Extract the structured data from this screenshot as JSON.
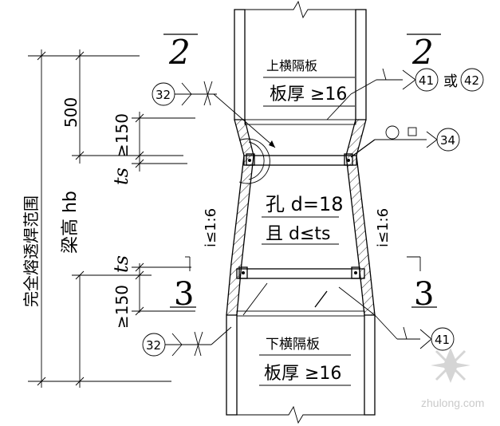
{
  "sections": {
    "top_left": "2",
    "top_right": "2",
    "bottom_left": "3",
    "bottom_right": "3"
  },
  "welds": {
    "left_top": "32",
    "left_bottom": "32",
    "right_top_a": "41",
    "right_top_or": "或",
    "right_top_b": "42",
    "right_mid": "34",
    "right_bottom": "41"
  },
  "plates": {
    "upper_name": "上横隔板",
    "upper_thick": "板厚 ≥16",
    "lower_name": "下横隔板",
    "lower_thick": "板厚 ≥16"
  },
  "slope": {
    "left": "i≤1:6",
    "right": "i≤1:6"
  },
  "hole": {
    "line1": "孔 d=18",
    "line2": "且 d≤ts"
  },
  "dims": {
    "d500": "500",
    "ge150_top": "≥150",
    "ts_top": "ts",
    "ts_bottom": "ts",
    "ge150_bottom": "≥150",
    "beam_height": "梁高 hb",
    "full_weld": "完全熔透焊范围"
  },
  "watermark": "zhulong.com",
  "colors": {
    "line": "#000000",
    "watermark": "#b9b9b9"
  }
}
